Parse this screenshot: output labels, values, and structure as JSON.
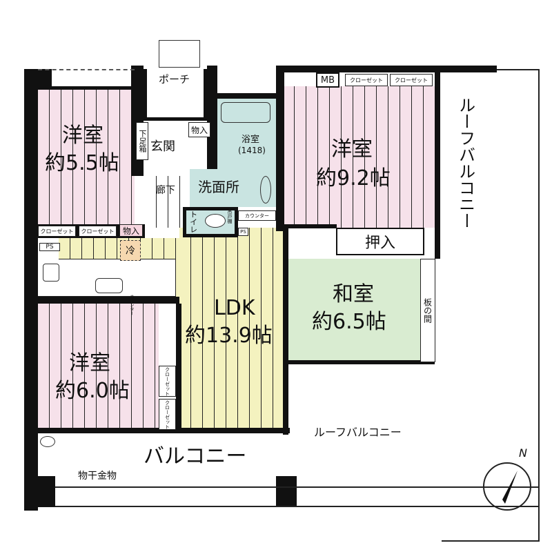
{
  "rooms": {
    "western_1": {
      "name": "洋室",
      "size": "約5.5帖"
    },
    "western_2": {
      "name": "洋室",
      "size": "約9.2帖"
    },
    "western_3": {
      "name": "洋室",
      "size": "約6.0帖"
    },
    "ldk": {
      "name": "LDK",
      "size": "約13.9帖"
    },
    "japanese": {
      "name": "和室",
      "size": "約6.5帖"
    },
    "porch": "ポーチ",
    "entrance": "玄関",
    "shoe_box": "下足箱",
    "storage_entrance": "物入",
    "bath": {
      "name": "浴室",
      "size": "(1418)"
    },
    "washroom": "洗面所",
    "hallway": "廊下",
    "toilet": "トイレ",
    "toilet_shelf": "吊戸棚",
    "counter_top": "カウンター",
    "counter_kitchen": "カウンター",
    "ps_1": "PS",
    "ps_2": "PS",
    "mb": "MB",
    "closet": "クローゼット",
    "storage_ldk": "物入",
    "fridge": "冷",
    "oshiire": "押入",
    "itanoma": "板の間",
    "roof_balcony_right": "ルーフバルコニー",
    "roof_balcony_bottom": "ルーフバルコニー",
    "balcony": "バルコニー",
    "drying_hardware": "物干金物"
  },
  "compass": {
    "label": "N"
  }
}
